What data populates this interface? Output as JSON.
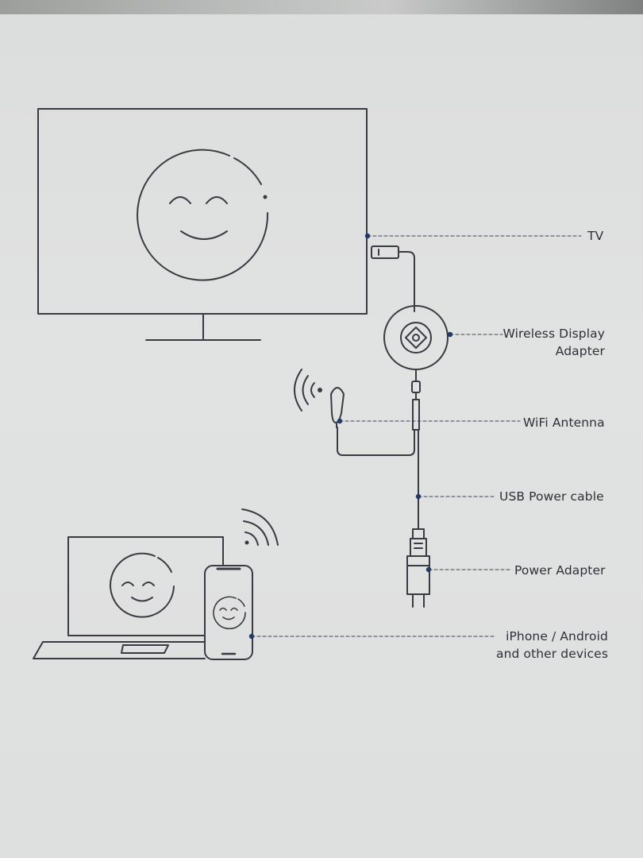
{
  "labels": {
    "tv": "TV",
    "adapter_line1": "Wireless Display",
    "adapter_line2": "Adapter",
    "antenna": "WiFi Antenna",
    "usb_cable": "USB Power cable",
    "power_adapter": "Power Adapter",
    "devices_line1": "iPhone / Android",
    "devices_line2": "and other devices"
  },
  "colors": {
    "line": "#3a3b42",
    "dot": "#1f3b66",
    "paper": "#e0e1e1"
  }
}
